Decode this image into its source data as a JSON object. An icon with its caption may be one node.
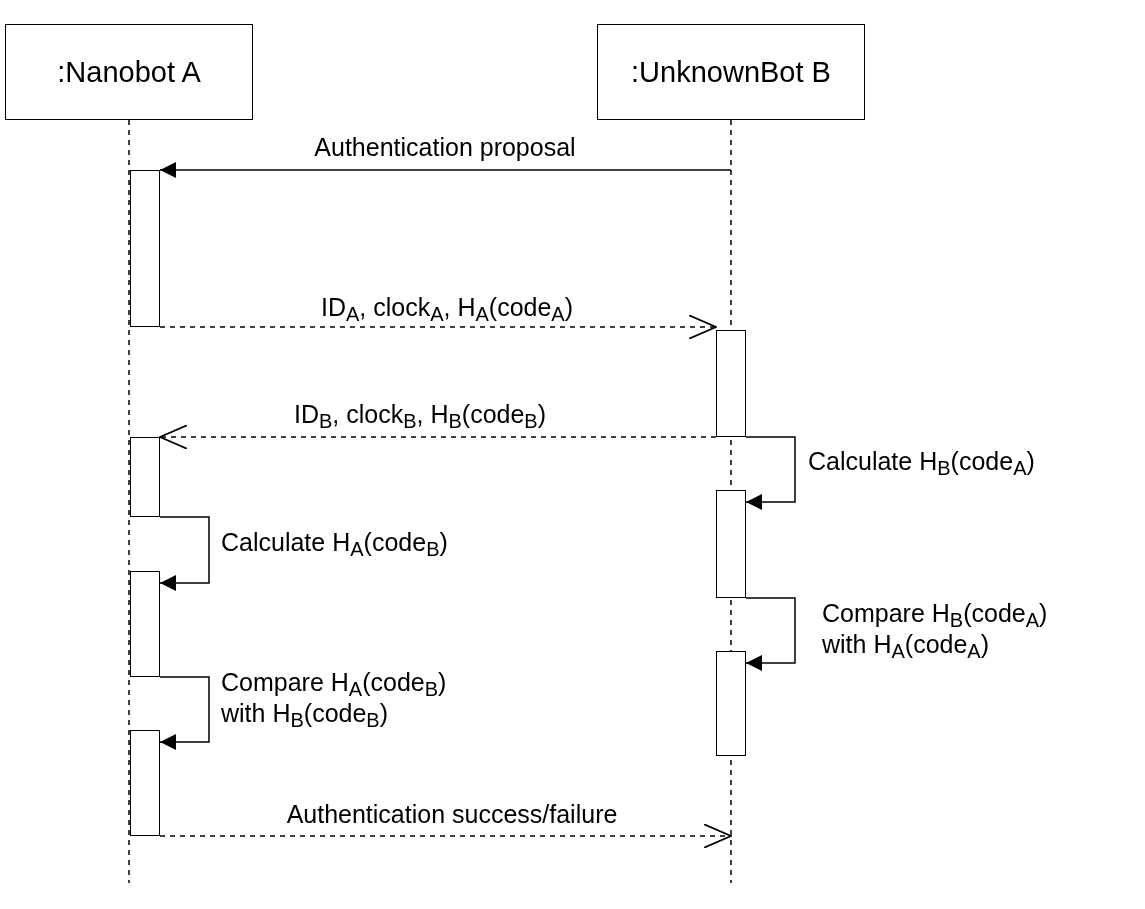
{
  "diagram": {
    "nodes": [
      {
        "text": [
          ":Nanobot A"
        ]
      },
      {
        "text": [
          ":UnknownBot B"
        ]
      },
      {
        "text": [],
        "shape": "bar"
      },
      {
        "text": [],
        "shape": "bar"
      },
      {
        "text": [],
        "shape": "bar"
      },
      {
        "text": [],
        "shape": "bar"
      },
      {
        "text": [],
        "shape": "bar"
      },
      {
        "text": [],
        "shape": "bar"
      },
      {
        "text": [],
        "shape": "bar"
      }
    ],
    "edges": [
      {
        "from": null,
        "to": 2,
        "arrow": "to",
        "label": "Authentication proposal"
      },
      {
        "from": 2,
        "to": 3,
        "arrow": "to",
        "style": "dashed",
        "label": "ID$_{A}$, clock$_{A}$, H$_{A}$(code$_{A}$)"
      },
      {
        "from": 3,
        "to": 4,
        "arrow": "to",
        "style": "dashed",
        "label": "ID$_{B}$, clock$_{B}$, H$_{B}$(code$_{B}$)"
      },
      {
        "from": 3,
        "to": 5,
        "arrow": "to",
        "label": "Calculate H$_{B}$(code$_{A}$)"
      },
      {
        "from": 4,
        "to": 6,
        "arrow": "to",
        "label": "Calculate H$_{A}$(code$_{B}$)"
      },
      {
        "from": 5,
        "to": 7,
        "arrow": "to",
        "label": "Compare H$_{B}$(code$_{A}$) with H$_{A}$(code$_{A}$)"
      },
      {
        "from": 6,
        "to": 8,
        "arrow": "to",
        "label": "Compare H$_{A}$(code$_{B}$) with H$_{B}$(code$_{B}$)"
      },
      {
        "from": 8,
        "to": null,
        "arrow": "to",
        "style": "dashed",
        "label": "Authentication success/failure"
      }
    ]
  }
}
